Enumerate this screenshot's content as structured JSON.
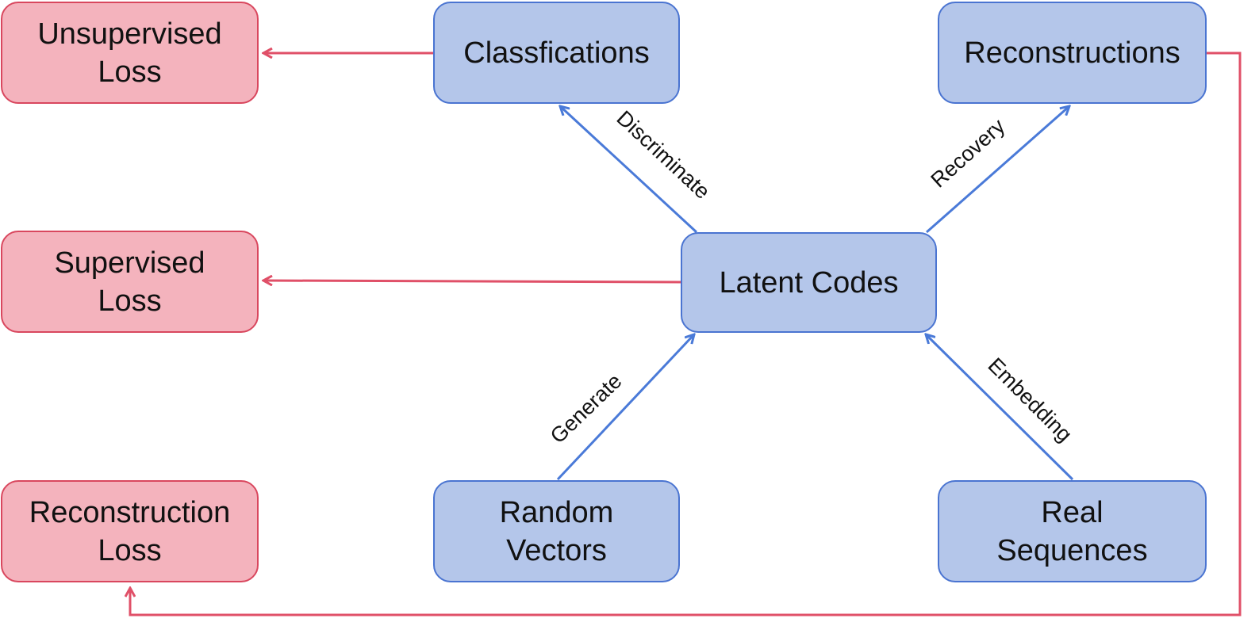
{
  "colors": {
    "loss_fill": "#f4b3bd",
    "loss_stroke": "#d9475e",
    "process_fill": "#b4c6ea",
    "process_stroke": "#4a74d1",
    "loss_arrow": "#e05068",
    "process_arrow": "#4a7ad8"
  },
  "nodes": {
    "unsupervised_loss": "Unsupervised\nLoss",
    "supervised_loss": "Supervised\nLoss",
    "reconstruction_loss": "Reconstruction\nLoss",
    "classifications": "Classfications",
    "reconstructions": "Reconstructions",
    "latent_codes": "Latent Codes",
    "random_vectors": "Random\nVectors",
    "real_sequences": "Real\nSequences"
  },
  "edges": {
    "discriminate": "Discriminate",
    "recovery": "Recovery",
    "generate": "Generate",
    "embedding": "Embedding"
  }
}
